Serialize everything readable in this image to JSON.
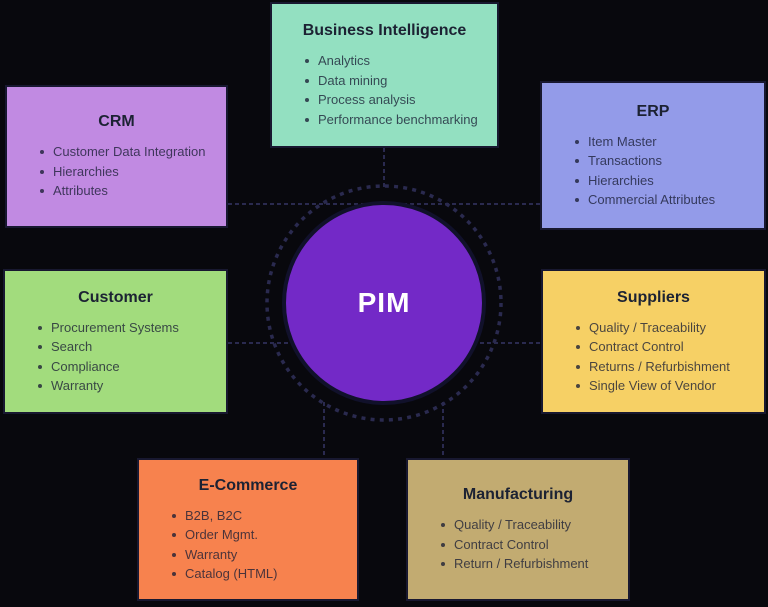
{
  "title": "PIM integration diagram",
  "center": {
    "label": "PIM",
    "fill": "#7329c7",
    "text_color": "#ffffff"
  },
  "palette": {
    "background": "#08080d",
    "connector": "#2a2a4f",
    "box_border": "#181830",
    "hub_border": "#11112b",
    "title_text": "#1c2233",
    "item_text": "#30364a"
  },
  "boxes": [
    {
      "id": "business-intelligence",
      "title": "Business Intelligence",
      "color": "#93e0c1",
      "items": [
        "Analytics",
        "Data mining",
        "Process analysis",
        "Performance benchmarking"
      ]
    },
    {
      "id": "crm",
      "title": "CRM",
      "color": "#c18ae2",
      "items": [
        "Customer Data Integration",
        "Hierarchies",
        "Attributes"
      ]
    },
    {
      "id": "erp",
      "title": "ERP",
      "color": "#939be9",
      "items": [
        "Item Master",
        "Transactions",
        "Hierarchies",
        "Commercial Attributes"
      ]
    },
    {
      "id": "customer",
      "title": "Customer",
      "color": "#a2dc7d",
      "items": [
        "Procurement Systems",
        "Search",
        "Compliance",
        "Warranty"
      ]
    },
    {
      "id": "suppliers",
      "title": "Suppliers",
      "color": "#f6d065",
      "items": [
        "Quality / Traceability",
        "Contract Control",
        "Returns / Refurbishment",
        "Single View of Vendor"
      ]
    },
    {
      "id": "e-commerce",
      "title": "E-Commerce",
      "color": "#f7824e",
      "items": [
        "B2B, B2C",
        "Order Mgmt.",
        "Warranty",
        "Catalog (HTML)"
      ]
    },
    {
      "id": "manufacturing",
      "title": "Manufacturing",
      "color": "#c2ab71",
      "items": [
        "Quality / Traceability",
        "Contract Control",
        "Return / Refurbishment"
      ]
    }
  ]
}
